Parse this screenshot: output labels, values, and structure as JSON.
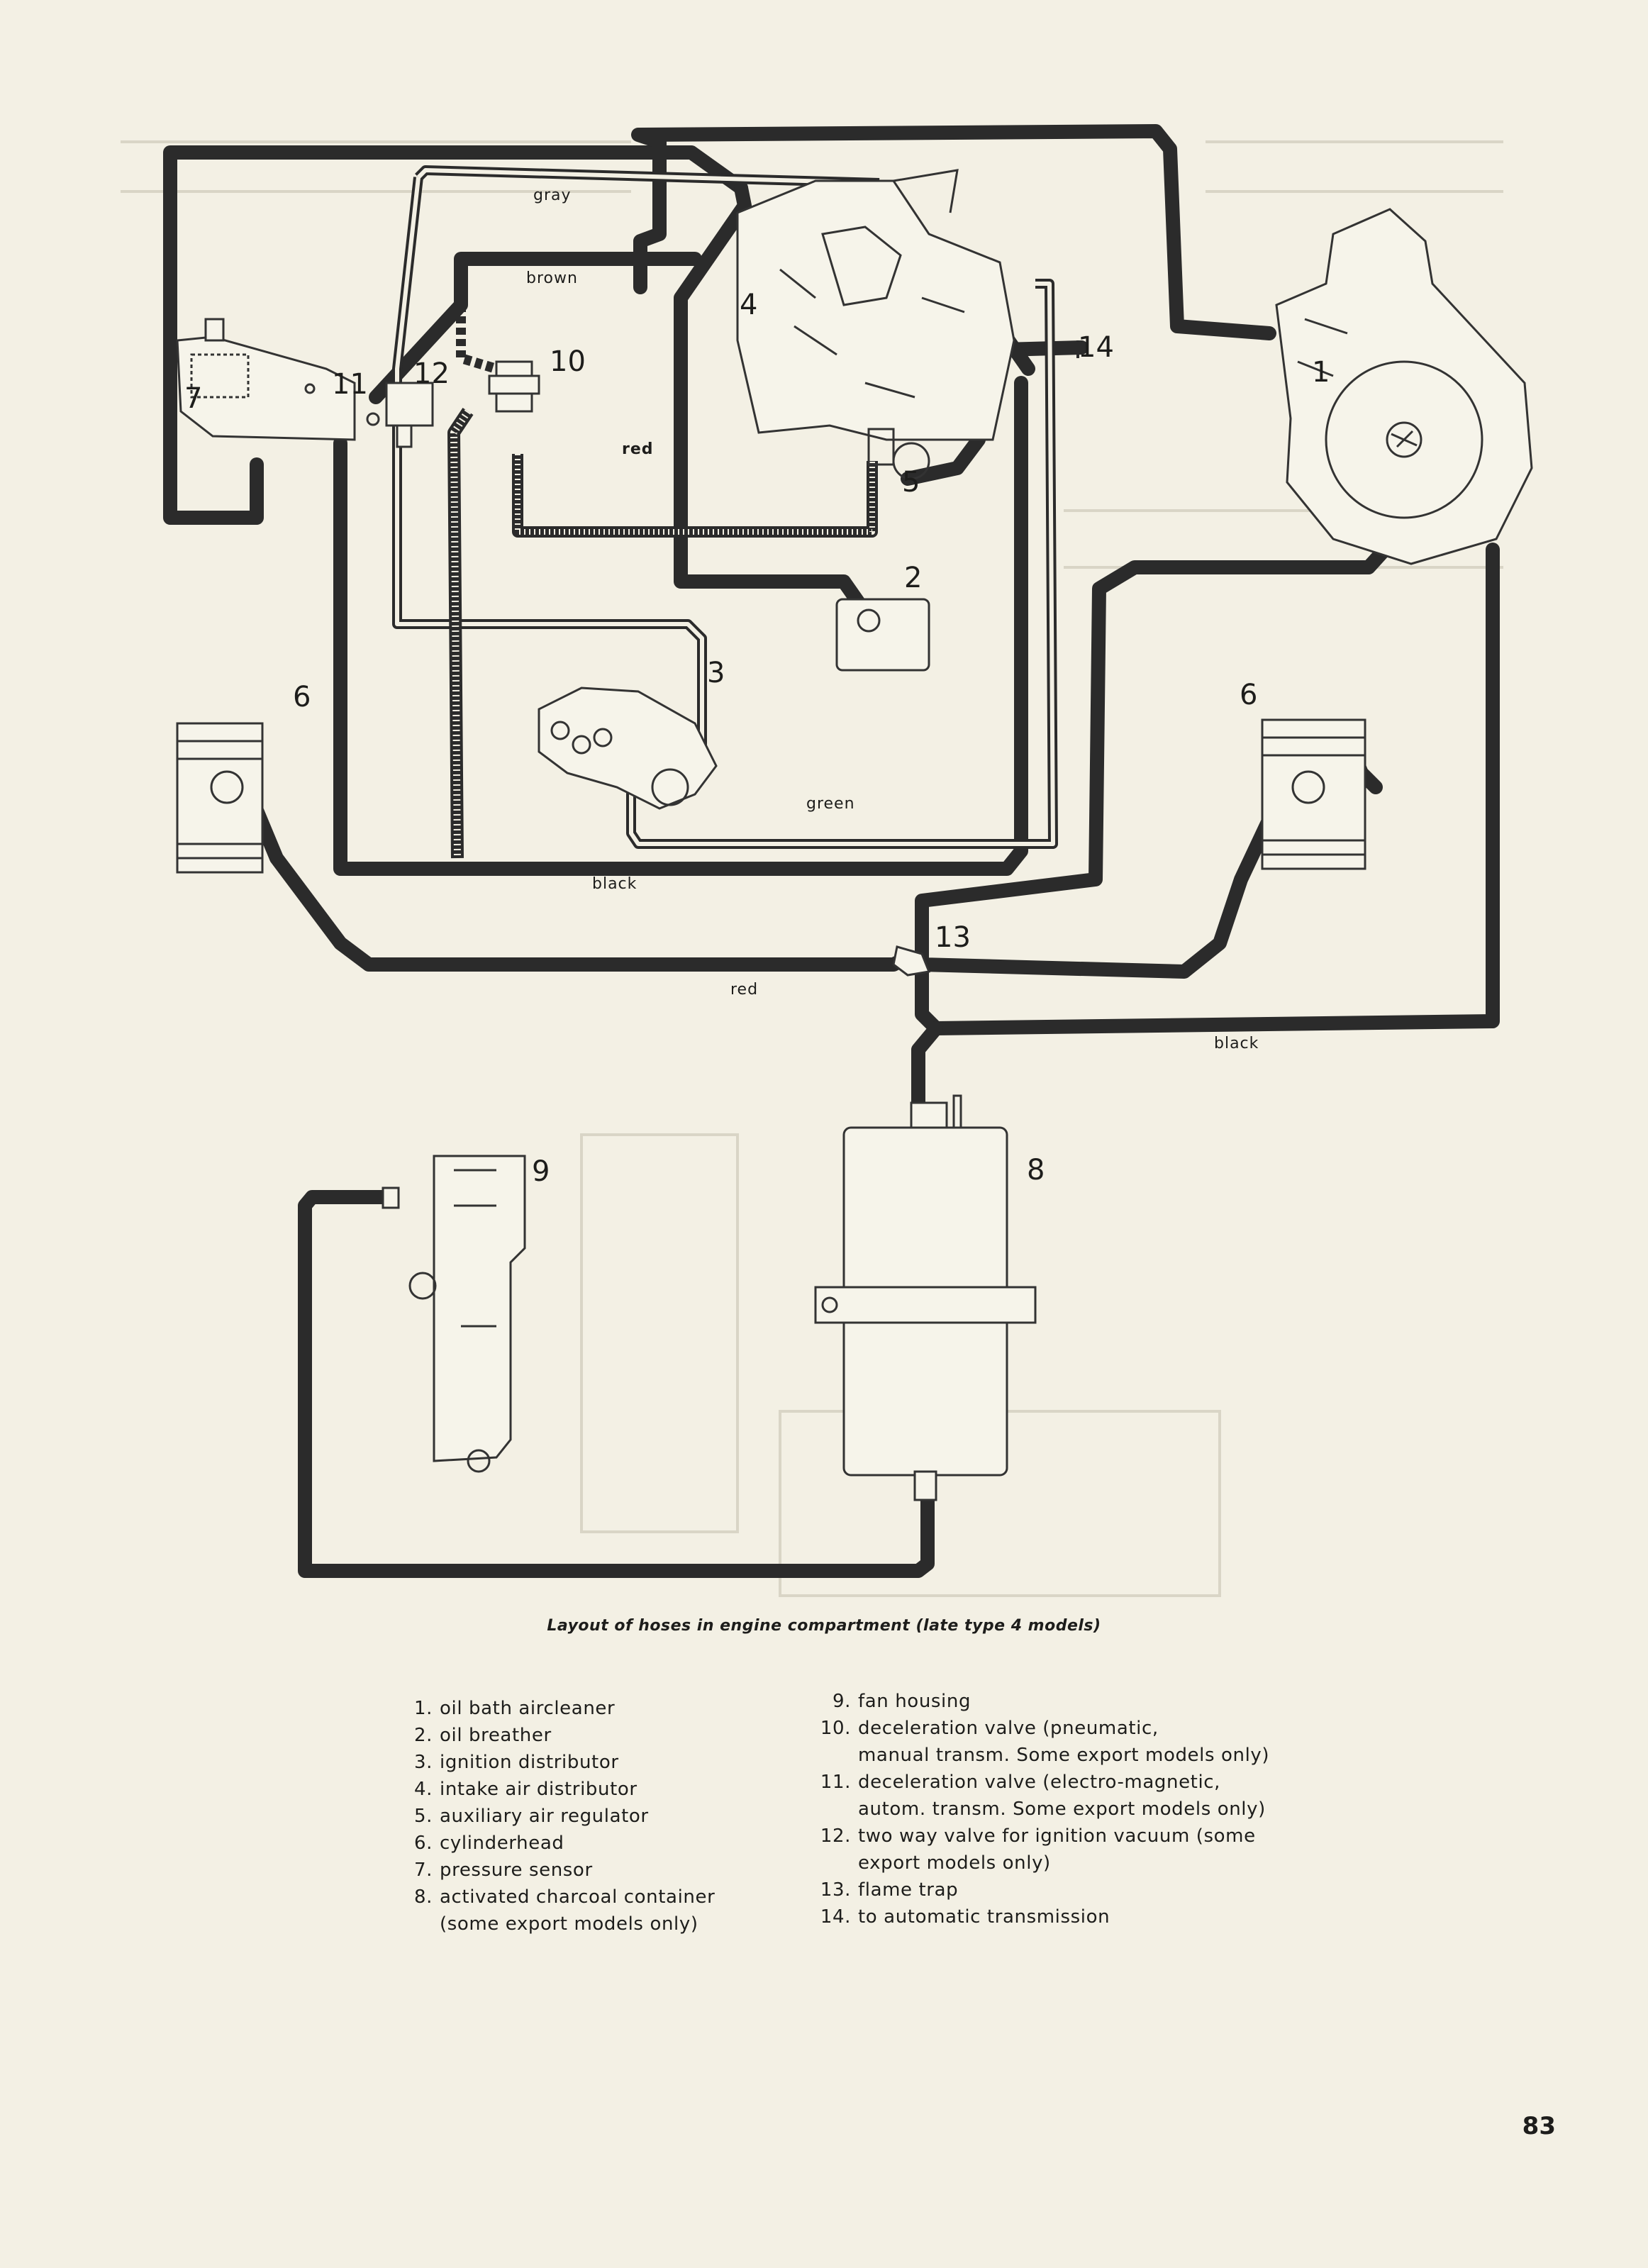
{
  "diagram": {
    "callouts": [
      "1",
      "2",
      "3",
      "4",
      "5",
      "6",
      "6",
      "7",
      "8",
      "9",
      "10",
      "11",
      "12",
      "13",
      "14"
    ],
    "hose_labels": {
      "gray": "gray",
      "brown": "brown",
      "red_upper": "red",
      "green": "green",
      "black_lower": "black",
      "red_lower": "red",
      "black_right": "black"
    }
  },
  "caption": "Layout of hoses in engine compartment (late type 4 models)",
  "legend_left": [
    {
      "num": "1.",
      "text": "oil bath aircleaner"
    },
    {
      "num": "2.",
      "text": "oil breather"
    },
    {
      "num": "3.",
      "text": "ignition distributor"
    },
    {
      "num": "4.",
      "text": "intake air distributor"
    },
    {
      "num": "5.",
      "text": "auxiliary air regulator"
    },
    {
      "num": "6.",
      "text": "cylinderhead"
    },
    {
      "num": "7.",
      "text": "pressure sensor"
    },
    {
      "num": "8.",
      "text": "activated charcoal container",
      "cont": "(some export models only)"
    }
  ],
  "legend_right": [
    {
      "num": "9.",
      "text": "fan housing"
    },
    {
      "num": "10.",
      "text": "deceleration valve (pneumatic,",
      "cont": "manual transm. Some export models only)"
    },
    {
      "num": "11.",
      "text": "deceleration valve (electro-magnetic,",
      "cont": "autom. transm. Some export models only)"
    },
    {
      "num": "12.",
      "text": "two way valve for ignition vacuum (some",
      "cont": "export models only)"
    },
    {
      "num": "13.",
      "text": "flame trap"
    },
    {
      "num": "14.",
      "text": "to automatic transmission"
    }
  ],
  "page_number": "83"
}
